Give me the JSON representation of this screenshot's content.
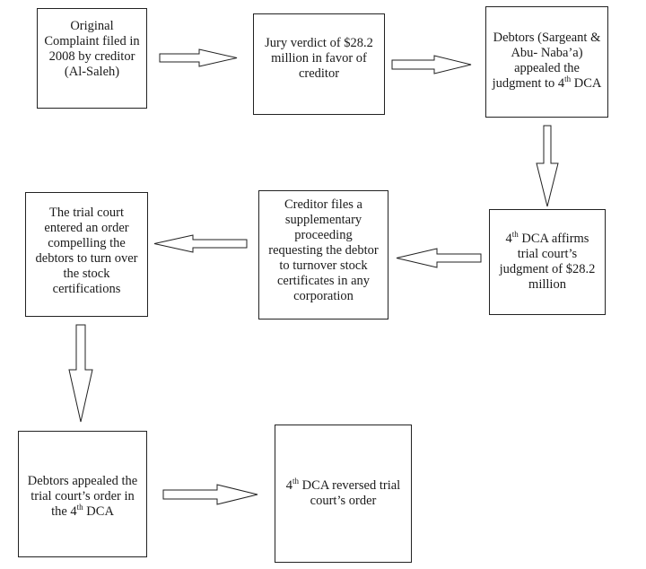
{
  "diagram": {
    "nodes": [
      {
        "id": "n1",
        "lines": [
          [
            {
              "t": "Original"
            }
          ],
          [
            {
              "t": "Complaint filed in"
            }
          ],
          [
            {
              "t": "2008 by creditor"
            }
          ],
          [
            {
              "t": "(Al-Saleh)"
            }
          ]
        ]
      },
      {
        "id": "n2",
        "lines": [
          [
            {
              "t": "Jury verdict of $28.2"
            }
          ],
          [
            {
              "t": "million in favor of"
            }
          ],
          [
            {
              "t": "creditor"
            }
          ]
        ]
      },
      {
        "id": "n3",
        "lines": [
          [
            {
              "t": "Debtors (Sargeant &"
            }
          ],
          [
            {
              "t": "Abu- Naba’a)"
            }
          ],
          [
            {
              "t": "appealed the"
            }
          ],
          [
            {
              "t": "judgment to 4"
            },
            {
              "t": "th",
              "sup": true
            },
            {
              "t": " DCA"
            }
          ]
        ]
      },
      {
        "id": "n4",
        "lines": [
          [
            {
              "t": "4"
            },
            {
              "t": "th",
              "sup": true
            },
            {
              "t": " DCA affirms"
            }
          ],
          [
            {
              "t": "trial court’s"
            }
          ],
          [
            {
              "t": "judgment of $28.2"
            }
          ],
          [
            {
              "t": "million"
            }
          ]
        ]
      },
      {
        "id": "n5",
        "lines": [
          [
            {
              "t": "Creditor files a"
            }
          ],
          [
            {
              "t": "supplementary"
            }
          ],
          [
            {
              "t": "proceeding"
            }
          ],
          [
            {
              "t": "requesting the debtor"
            }
          ],
          [
            {
              "t": "to turnover stock"
            }
          ],
          [
            {
              "t": "certificates in any"
            }
          ],
          [
            {
              "t": "corporation"
            }
          ]
        ]
      },
      {
        "id": "n6",
        "lines": [
          [
            {
              "t": "The trial court"
            }
          ],
          [
            {
              "t": "entered an order"
            }
          ],
          [
            {
              "t": "compelling the"
            }
          ],
          [
            {
              "t": "debtors to turn over"
            }
          ],
          [
            {
              "t": "the stock"
            }
          ],
          [
            {
              "t": "certifications"
            }
          ]
        ]
      },
      {
        "id": "n7",
        "lines": [
          [
            {
              "t": "Debtors appealed the"
            }
          ],
          [
            {
              "t": "trial court’s order in"
            }
          ],
          [
            {
              "t": "the 4"
            },
            {
              "t": "th",
              "sup": true
            },
            {
              "t": " DCA"
            }
          ]
        ]
      },
      {
        "id": "n8",
        "lines": [
          [
            {
              "t": "4"
            },
            {
              "t": "th",
              "sup": true
            },
            {
              "t": " DCA reversed trial"
            }
          ],
          [
            {
              "t": "court’s order"
            }
          ]
        ]
      }
    ],
    "edges": [
      {
        "from": "n1",
        "to": "n2"
      },
      {
        "from": "n2",
        "to": "n3"
      },
      {
        "from": "n3",
        "to": "n4"
      },
      {
        "from": "n4",
        "to": "n5"
      },
      {
        "from": "n5",
        "to": "n6"
      },
      {
        "from": "n6",
        "to": "n7"
      },
      {
        "from": "n7",
        "to": "n8"
      }
    ]
  }
}
